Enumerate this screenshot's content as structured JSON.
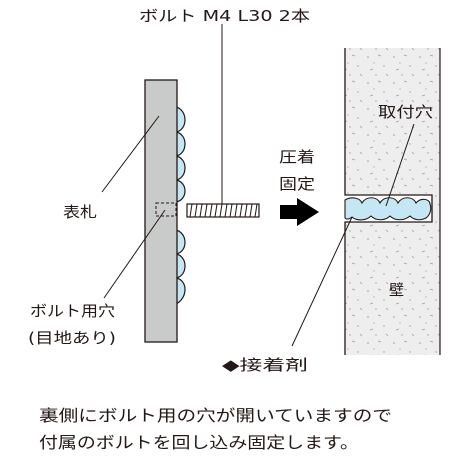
{
  "labels": {
    "bolt": "ボルト M4 L30 2本",
    "plate": "表札",
    "hole_line1": "ボルト用穴",
    "hole_line2": "(目地あり)",
    "press_line1": "圧着",
    "press_line2": "固定",
    "mount_hole": "取付穴",
    "wall": "壁",
    "adhesive": "◆接着剤"
  },
  "caption": {
    "line1": "裏側にボルト用の穴が開いていますので",
    "line2": "付属のボルトを回し込み固定します。"
  },
  "colors": {
    "plate": "#c9caca",
    "adhesive": "#c5e6f4",
    "wall": "#eeeeee",
    "ink": "#231815",
    "arrow": "#000000"
  }
}
